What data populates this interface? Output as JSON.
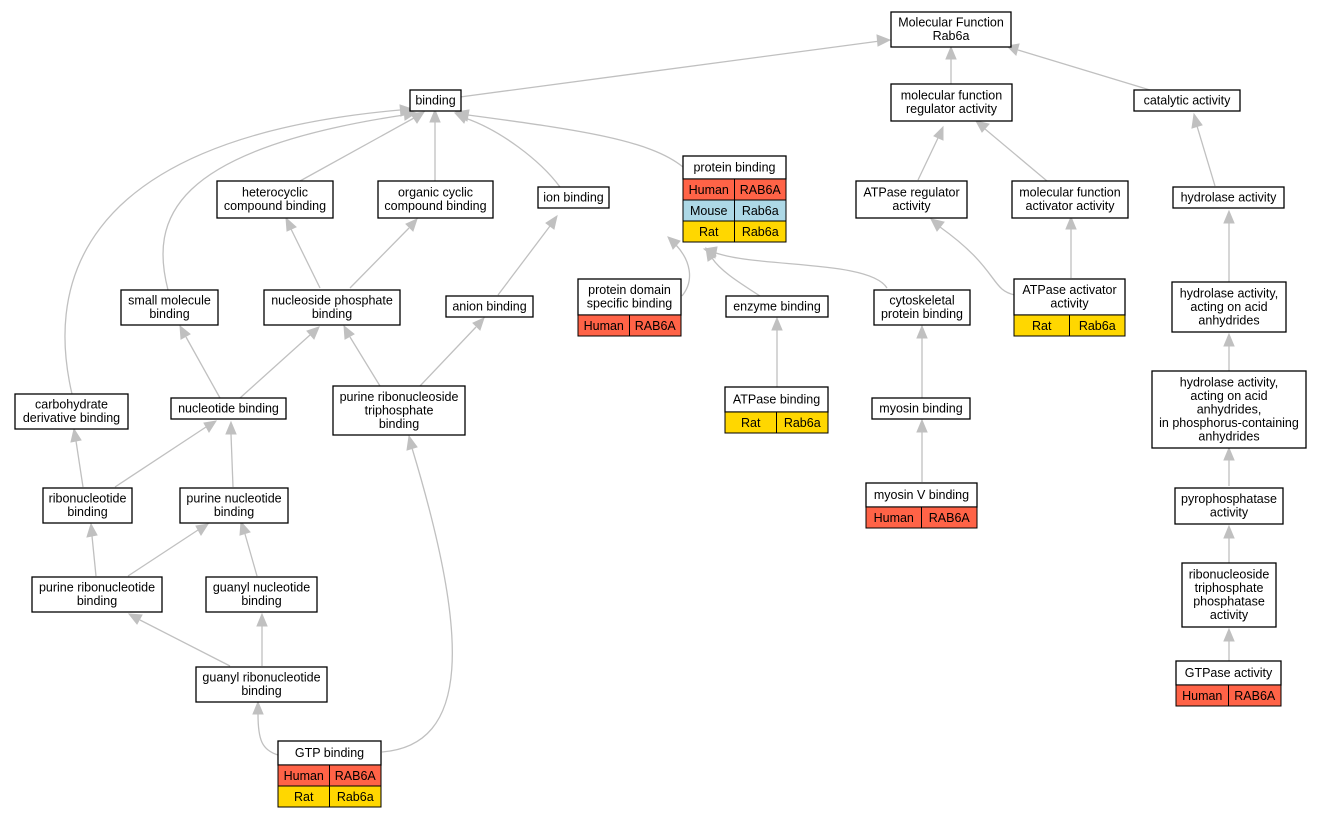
{
  "colors": {
    "Human": "#ff6347",
    "Mouse": "#add8e6",
    "Rat": "#ffd700",
    "edge": "#c0c0c0"
  },
  "nodes": [
    {
      "id": "mf",
      "lines": [
        "Molecular Function",
        "Rab6a"
      ]
    },
    {
      "id": "binding",
      "lines": [
        "binding"
      ]
    },
    {
      "id": "mfreg",
      "lines": [
        "molecular function",
        "regulator activity"
      ]
    },
    {
      "id": "catalytic",
      "lines": [
        "catalytic activity"
      ]
    },
    {
      "id": "hetero",
      "lines": [
        "heterocyclic",
        "compound binding"
      ]
    },
    {
      "id": "orgcyc",
      "lines": [
        "organic cyclic",
        "compound binding"
      ]
    },
    {
      "id": "ion",
      "lines": [
        "ion binding"
      ]
    },
    {
      "id": "protein",
      "lines": [
        "protein binding"
      ],
      "rows": [
        [
          "Human",
          "RAB6A"
        ],
        [
          "Mouse",
          "Rab6a"
        ],
        [
          "Rat",
          "Rab6a"
        ]
      ]
    },
    {
      "id": "atpreg",
      "lines": [
        "ATPase regulator",
        "activity"
      ]
    },
    {
      "id": "mfact",
      "lines": [
        "molecular function",
        "activator activity"
      ]
    },
    {
      "id": "hydrolase",
      "lines": [
        "hydrolase activity"
      ]
    },
    {
      "id": "smallmol",
      "lines": [
        "small molecule",
        "binding"
      ]
    },
    {
      "id": "nucphos",
      "lines": [
        "nucleoside phosphate",
        "binding"
      ]
    },
    {
      "id": "anion",
      "lines": [
        "anion binding"
      ]
    },
    {
      "id": "pdomain",
      "lines": [
        "protein domain",
        "specific binding"
      ],
      "rows": [
        [
          "Human",
          "RAB6A"
        ]
      ]
    },
    {
      "id": "enzyme",
      "lines": [
        "enzyme binding"
      ]
    },
    {
      "id": "cytoskel",
      "lines": [
        "cytoskeletal",
        "protein binding"
      ]
    },
    {
      "id": "atpact",
      "lines": [
        "ATPase activator",
        "activity"
      ],
      "rows": [
        [
          "Rat",
          "Rab6a"
        ]
      ]
    },
    {
      "id": "hydacid",
      "lines": [
        "hydrolase activity,",
        "acting on acid",
        "anhydrides"
      ]
    },
    {
      "id": "carbo",
      "lines": [
        "carbohydrate",
        "derivative binding"
      ]
    },
    {
      "id": "nucleotide",
      "lines": [
        "nucleotide binding"
      ]
    },
    {
      "id": "purribotri",
      "lines": [
        "purine ribonucleoside",
        "triphosphate",
        "binding"
      ]
    },
    {
      "id": "atpbind",
      "lines": [
        "ATPase binding"
      ],
      "rows": [
        [
          "Rat",
          "Rab6a"
        ]
      ]
    },
    {
      "id": "myosin",
      "lines": [
        "myosin binding"
      ]
    },
    {
      "id": "hydphos",
      "lines": [
        "hydrolase activity,",
        "acting on acid",
        "anhydrides,",
        "in phosphorus-containing",
        "anhydrides"
      ]
    },
    {
      "id": "ribonuc",
      "lines": [
        "ribonucleotide",
        "binding"
      ]
    },
    {
      "id": "purnuc",
      "lines": [
        "purine nucleotide",
        "binding"
      ]
    },
    {
      "id": "myosinv",
      "lines": [
        "myosin V binding"
      ],
      "rows": [
        [
          "Human",
          "RAB6A"
        ]
      ]
    },
    {
      "id": "pyro",
      "lines": [
        "pyrophosphatase",
        "activity"
      ]
    },
    {
      "id": "purribo",
      "lines": [
        "purine ribonucleotide",
        "binding"
      ]
    },
    {
      "id": "guanyl",
      "lines": [
        "guanyl nucleotide",
        "binding"
      ]
    },
    {
      "id": "ribotriphos",
      "lines": [
        "ribonucleoside",
        "triphosphate",
        "phosphatase",
        "activity"
      ]
    },
    {
      "id": "guanylribo",
      "lines": [
        "guanyl ribonucleotide",
        "binding"
      ]
    },
    {
      "id": "gtpase",
      "lines": [
        "GTPase activity"
      ],
      "rows": [
        [
          "Human",
          "RAB6A"
        ]
      ]
    },
    {
      "id": "gtp",
      "lines": [
        "GTP binding"
      ],
      "rows": [
        [
          "Human",
          "RAB6A"
        ],
        [
          "Rat",
          "Rab6a"
        ]
      ]
    }
  ]
}
